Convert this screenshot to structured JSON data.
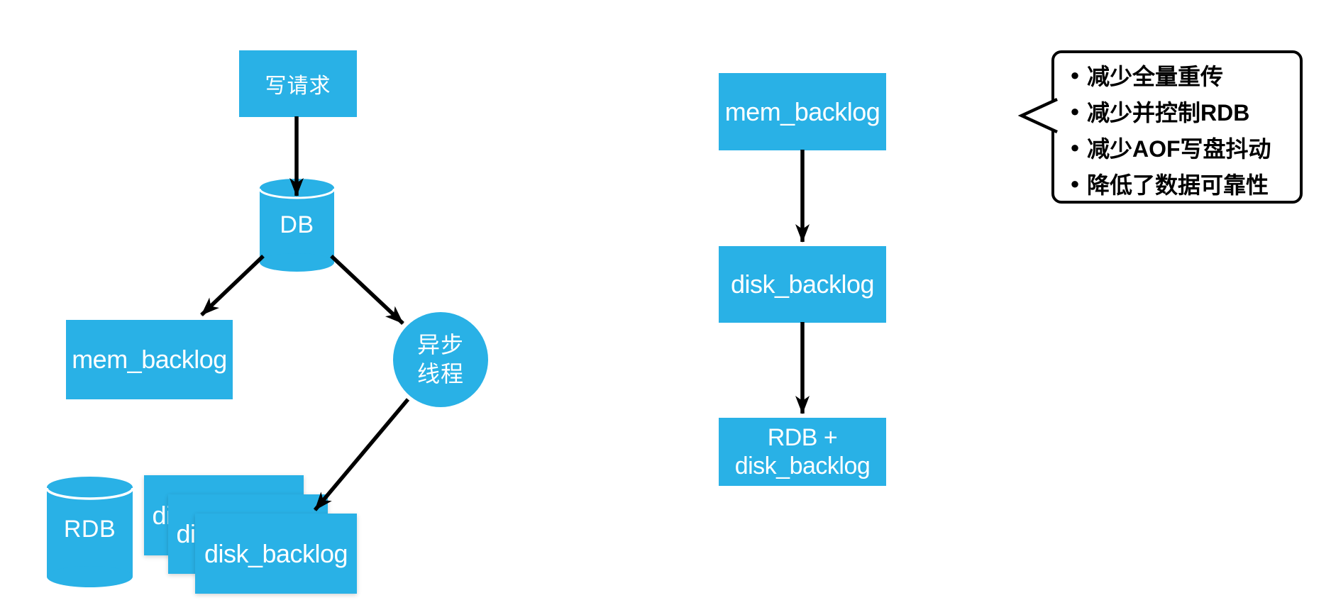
{
  "colors": {
    "node_blue": "#29b1e6",
    "arrow_black": "#000000",
    "node_text": "#ffffff",
    "callout_border": "#000000"
  },
  "left_flow": {
    "write_request_label": "写请求",
    "db_label": "DB",
    "mem_backlog_label": "mem_backlog",
    "async_thread_line1": "异步",
    "async_thread_line2": "线程",
    "rdb_label": "RDB",
    "stack_labels": [
      "disk_backlog",
      "disk_backlog",
      "disk_backlog"
    ]
  },
  "middle_flow": {
    "mem_backlog_label": "mem_backlog",
    "disk_backlog_label": "disk_backlog",
    "rdb_disk_line1": "RDB +",
    "rdb_disk_line2": "disk_backlog"
  },
  "callout": {
    "bullet_char": "●",
    "bullets": [
      "减少全量重传",
      "减少并控制RDB",
      "减少AOF写盘抖动",
      "降低了数据可靠性"
    ]
  }
}
